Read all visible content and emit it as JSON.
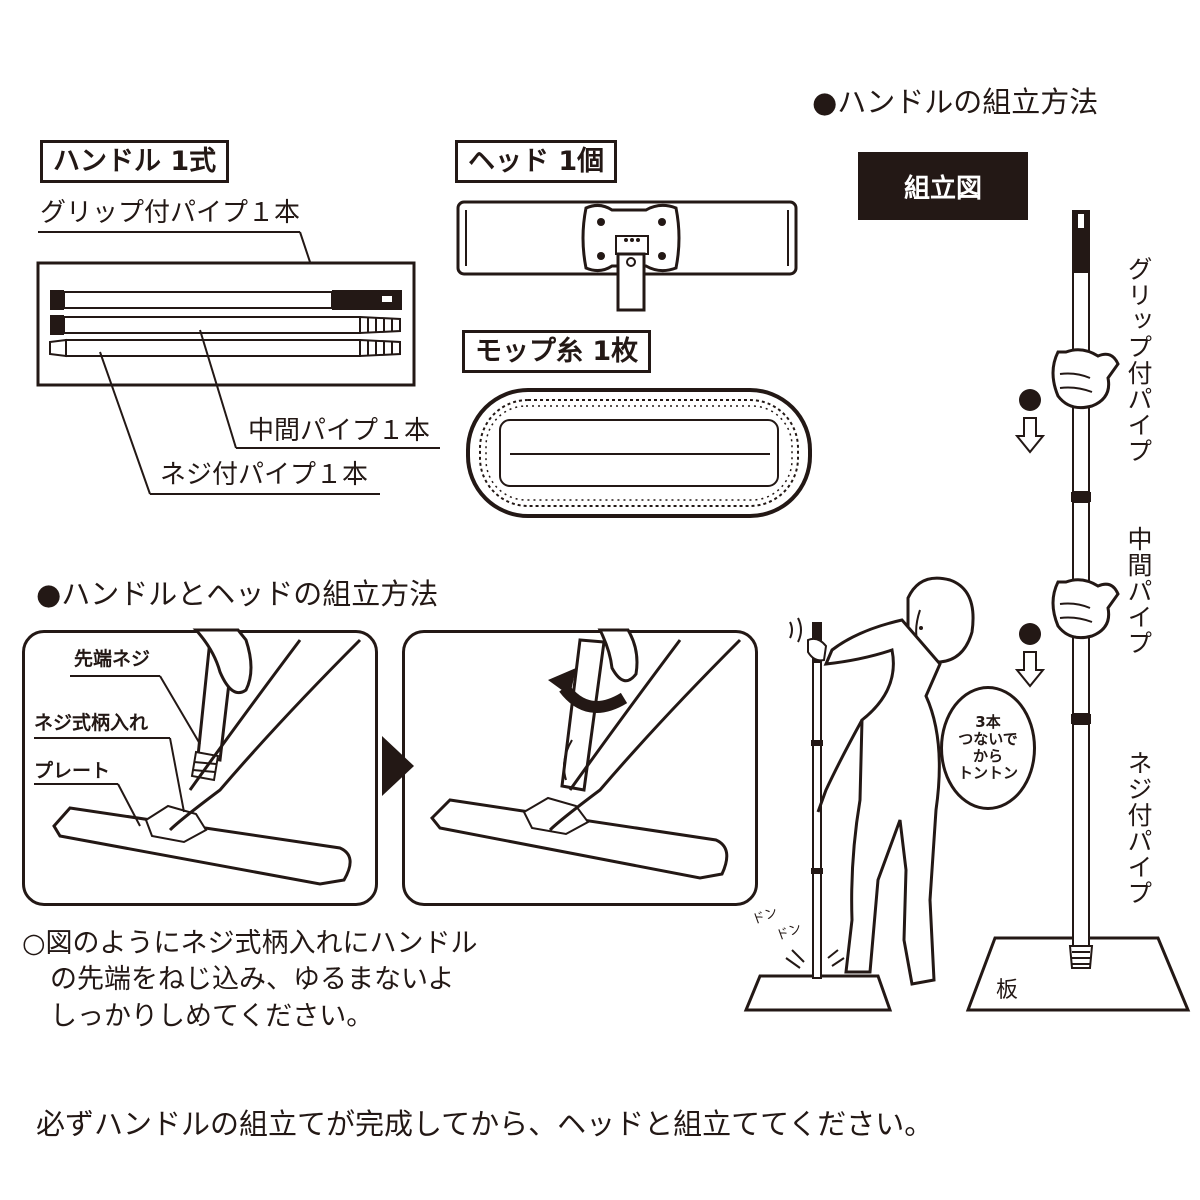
{
  "handle_assembly": {
    "heading": "●ハンドルの組立方法",
    "diagram_label": "組立図",
    "grip_pipe_vertical": "グリップ付パイプ",
    "middle_pipe_vertical": "中間パイプ",
    "screw_pipe_vertical": "ネジ付パイプ",
    "board_label": "板",
    "bubble_lines": [
      "3本",
      "つないで",
      "から",
      "トントン"
    ]
  },
  "parts": {
    "handle_title": "ハンドル 1式",
    "grip_pipe": "グリップ付パイプ１本",
    "middle_pipe": "中間パイプ１本",
    "screw_pipe": "ネジ付パイプ１本",
    "head_title": "ヘッド 1個",
    "mop_title": "モップ糸 1枚"
  },
  "head_assembly": {
    "heading": "●ハンドルとヘッドの組立方法",
    "tip_screw": "先端ネジ",
    "screw_socket": "ネジ式柄入れ",
    "plate": "プレート",
    "note_lines": [
      "○図のようにネジ式柄入れにハンドル",
      "の先端をねじ込み、ゆるまないよ",
      "しっかりしめてください。"
    ],
    "sfx_1": "ドン",
    "sfx_2": "ドン"
  },
  "footer": {
    "warning": "必ずハンドルの組立てが完成してから、ヘッドと組立ててください。"
  }
}
